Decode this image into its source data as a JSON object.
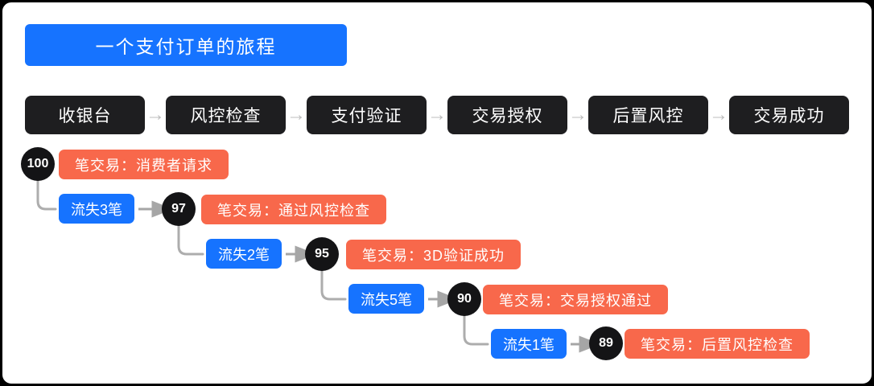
{
  "title": "一个支付订单的旅程",
  "flow": {
    "steps": [
      "收银台",
      "风控检查",
      "支付验证",
      "交易授权",
      "后置风控",
      "交易成功"
    ]
  },
  "funnel": {
    "rows": [
      {
        "count": "100",
        "label": "笔交易：消费者请求"
      },
      {
        "count": "97",
        "label": "笔交易：通过风控检查"
      },
      {
        "count": "95",
        "label": "笔交易：3D验证成功"
      },
      {
        "count": "90",
        "label": "笔交易：交易授权通过"
      },
      {
        "count": "89",
        "label": "笔交易：后置风控检查"
      }
    ],
    "losses": [
      "流失3笔",
      "流失2笔",
      "流失5笔",
      "流失1笔"
    ]
  },
  "icons": {
    "arrow_right": "→"
  },
  "colors": {
    "blue": "#1673FF",
    "orange": "#F8684B",
    "box_black": "#1E1E20",
    "circle_black": "#141416",
    "flow_arrow": "#BDBDBD",
    "connector": "#ADADAD",
    "card_bg": "#FFFFFF",
    "frame_bg": "#000000"
  }
}
